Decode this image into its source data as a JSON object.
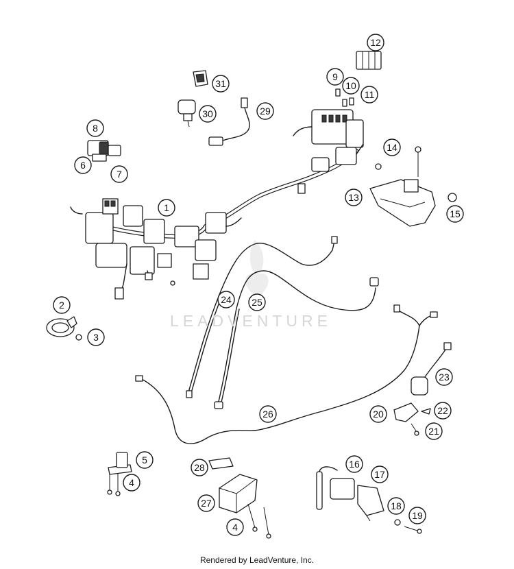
{
  "watermark": "LEADVENTURE",
  "footer": "Rendered by LeadVenture, Inc.",
  "callouts": [
    {
      "n": "1",
      "name": "callout-1-main-wiring-harness"
    },
    {
      "n": "2",
      "name": "callout-2-horn"
    },
    {
      "n": "3",
      "name": "callout-3-screw"
    },
    {
      "n": "4",
      "name": "callout-4-screw"
    },
    {
      "n": "5",
      "name": "callout-5-relay"
    },
    {
      "n": "6",
      "name": "callout-6"
    },
    {
      "n": "7",
      "name": "callout-7"
    },
    {
      "n": "8",
      "name": "callout-8-switch"
    },
    {
      "n": "9",
      "name": "callout-9-fuse"
    },
    {
      "n": "10",
      "name": "callout-10-fuse"
    },
    {
      "n": "11",
      "name": "callout-11-fuse"
    },
    {
      "n": "12",
      "name": "callout-12-fuse-box"
    },
    {
      "n": "13",
      "name": "callout-13-bracket"
    },
    {
      "n": "14",
      "name": "callout-14-screw"
    },
    {
      "n": "15",
      "name": "callout-15-grommet"
    },
    {
      "n": "16",
      "name": "callout-16-ignition-coil"
    },
    {
      "n": "17",
      "name": "callout-17-coil-bracket"
    },
    {
      "n": "18",
      "name": "callout-18-washer"
    },
    {
      "n": "19",
      "name": "callout-19-screw"
    },
    {
      "n": "20",
      "name": "callout-20-bracket"
    },
    {
      "n": "21",
      "name": "callout-21-screw"
    },
    {
      "n": "22",
      "name": "callout-22-clip"
    },
    {
      "n": "23",
      "name": "callout-23-sensor"
    },
    {
      "n": "24",
      "name": "callout-24-cable"
    },
    {
      "n": "25",
      "name": "callout-25-cable"
    },
    {
      "n": "26",
      "name": "callout-26-cable"
    },
    {
      "n": "27",
      "name": "callout-27-regulator"
    },
    {
      "n": "28",
      "name": "callout-28-pad"
    },
    {
      "n": "29",
      "name": "callout-29-adapter-cable"
    },
    {
      "n": "30",
      "name": "callout-30-connector"
    },
    {
      "n": "31",
      "name": "callout-31-cap"
    }
  ]
}
